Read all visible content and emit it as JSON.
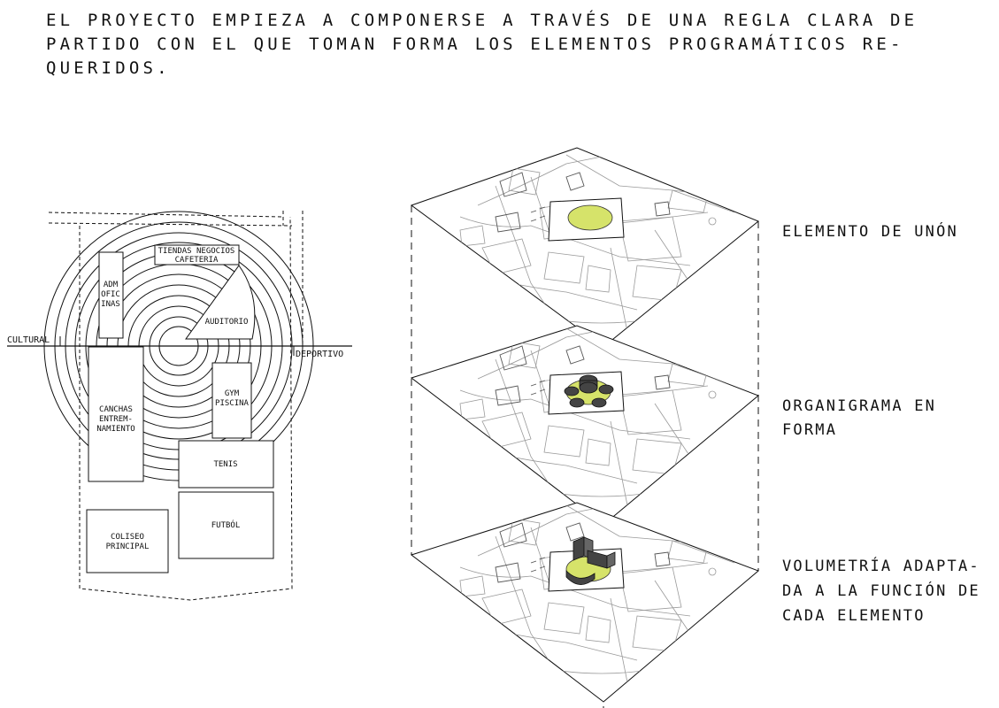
{
  "intro_lines": [
    "EL PROYECTO EMPIEZA A COMPONERSE A TRAVÉS DE UNA REGLA CLARA DE",
    "PARTIDO CON EL QUE TOMAN FORMA LOS ELEMENTOS PROGRAMÁTICOS RE-",
    "QUERIDOS."
  ],
  "diagram": {
    "axis_left": "CULTURAL",
    "axis_right": "DEPORTIVO",
    "blocks": {
      "tiendas": [
        "TIENDAS NEGOCIOS",
        "CAFETERIA"
      ],
      "adm": [
        "ADM",
        "OFIC",
        "INAS"
      ],
      "auditorio": "AUDITORIO",
      "gym": [
        "GYM",
        "PISCINA"
      ],
      "canchas": [
        "CANCHAS",
        "ENTREM-",
        "NAMIENTO"
      ],
      "tenis": "TENIS",
      "futbol": "FUTBÓL",
      "coliseo": [
        "COLISEO",
        "PRINCIPAL"
      ]
    }
  },
  "layers": [
    {
      "lines": [
        "ELEMENTO DE UNÓN"
      ]
    },
    {
      "lines": [
        "ORGANIGRAMA EN",
        "FORMA"
      ]
    },
    {
      "lines": [
        "VOLUMETRÍA ADAPTA-",
        "DA A LA FUNCIÓN DE",
        "CADA ELEMENTO"
      ]
    }
  ],
  "colors": {
    "accent": "#d6e36a",
    "line": "#111111",
    "volume": "#444444"
  }
}
